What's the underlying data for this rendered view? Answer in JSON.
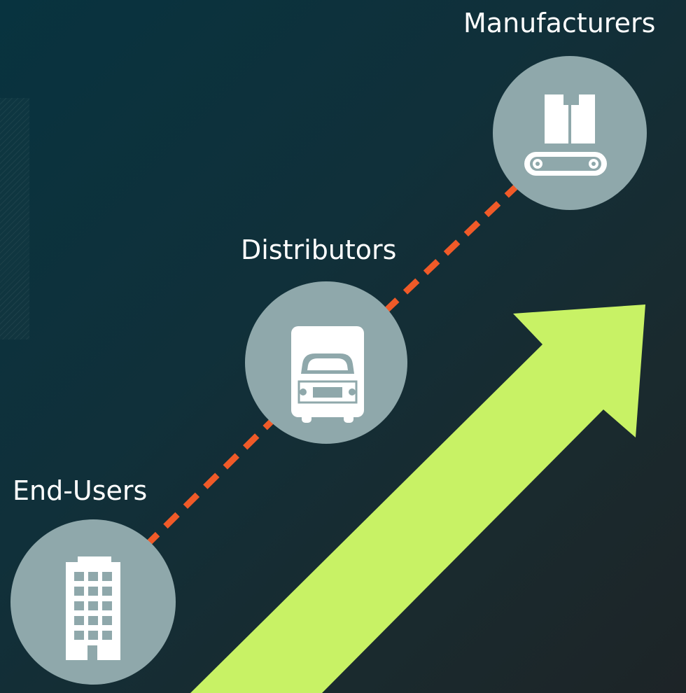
{
  "nodes": [
    {
      "id": "manufacturers",
      "label": "Manufacturers",
      "icon": "factory-conveyor-icon"
    },
    {
      "id": "distributors",
      "label": "Distributors",
      "icon": "delivery-truck-icon"
    },
    {
      "id": "end_users",
      "label": "End-Users",
      "icon": "office-building-icon"
    }
  ],
  "colors": {
    "node_circle": "#8fa8ab",
    "connector": "#f05a28",
    "arrow": "#c8f265",
    "icon": "#ffffff"
  }
}
